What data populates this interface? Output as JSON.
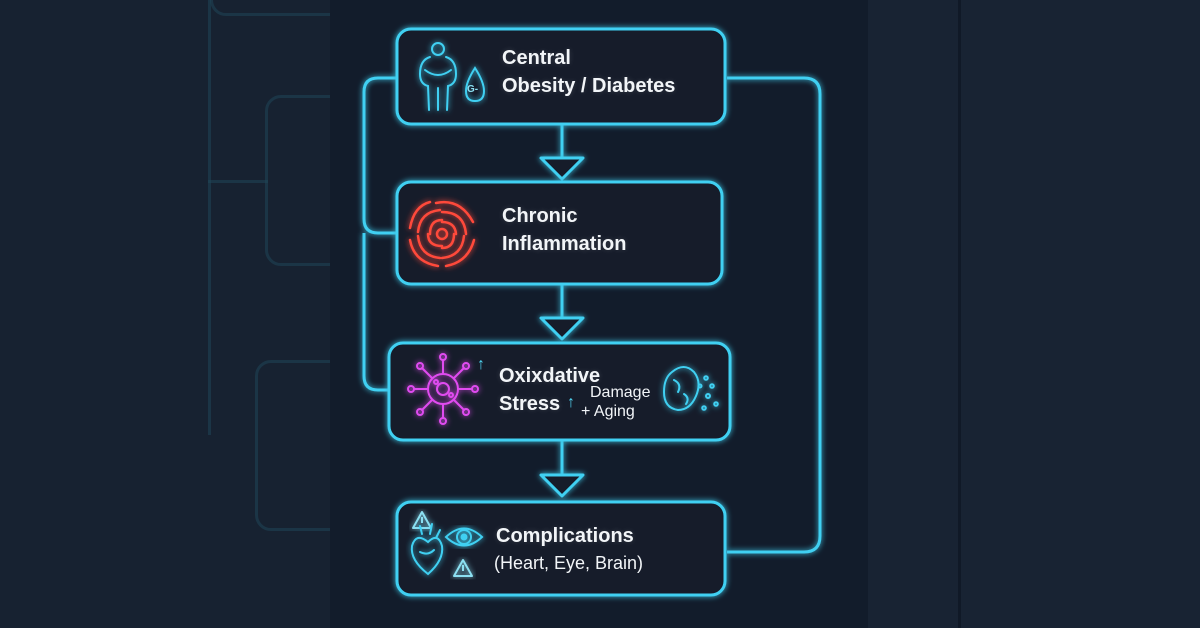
{
  "nodes": {
    "obesity": {
      "line1": "Central",
      "line2": "Obesity / Diabetes",
      "drop_glyph": "G-"
    },
    "inflammation": {
      "line1": "Chronic",
      "line2": "Inflammation"
    },
    "oxidative": {
      "line1": "Oxixdative",
      "line2": "Stress",
      "note1": "Damage",
      "note2": "+ Aging",
      "up_arrow": "↑"
    },
    "complications": {
      "line1": "Complications",
      "line2": "(Heart, Eye, Brain)"
    }
  },
  "colors": {
    "box_stroke": "#3fd0f2",
    "inflammation_icon": "#ff4a3a",
    "oxidative_icon": "#e04cf0",
    "warning": "#8ce0f2"
  },
  "icons": [
    "body-figure-icon",
    "glucose-drop-icon",
    "inflammation-swirl-icon",
    "free-radical-icon",
    "crumbling-cell-icon",
    "heart-icon",
    "eye-icon",
    "warning-icon"
  ]
}
